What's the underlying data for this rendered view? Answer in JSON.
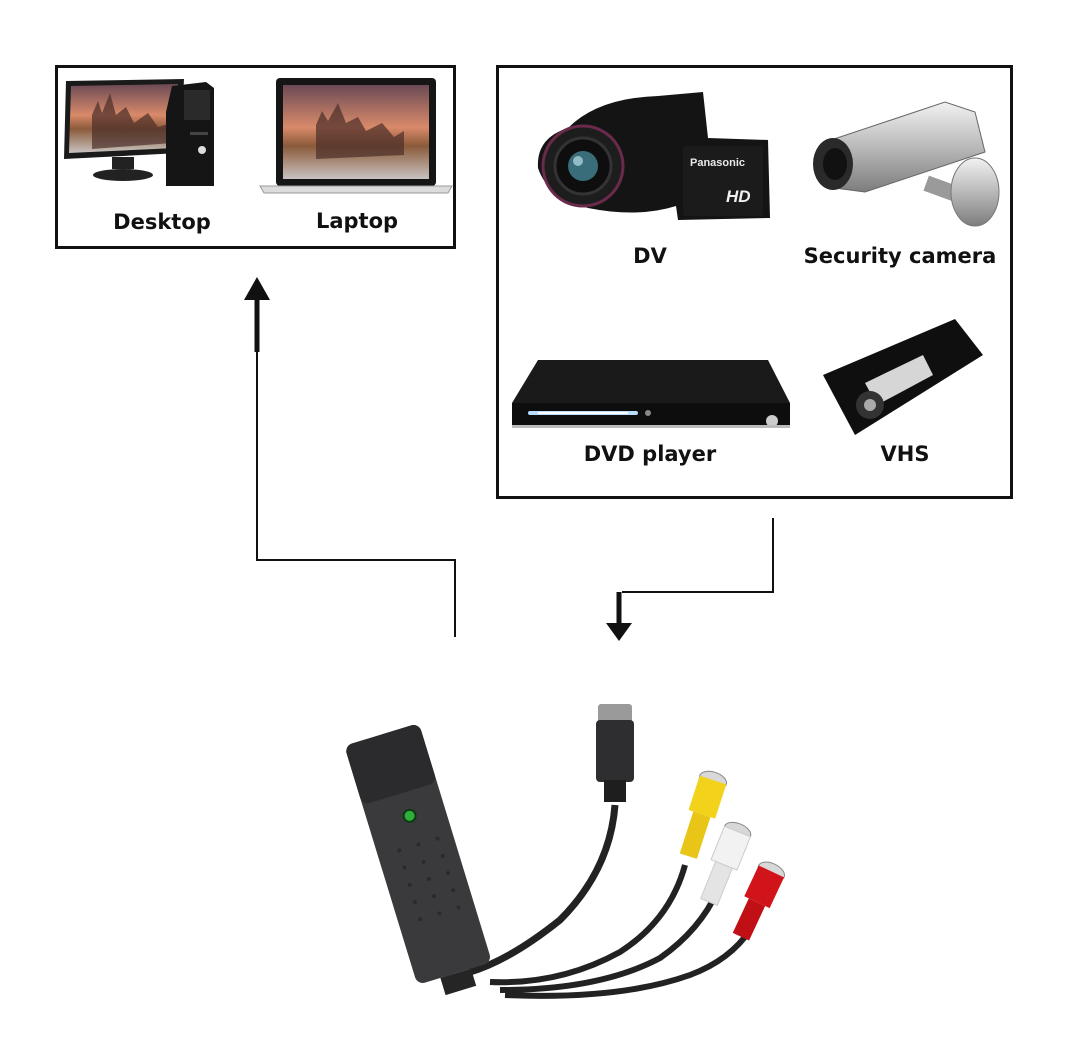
{
  "computers_panel": {
    "items": [
      {
        "label": "Desktop",
        "icon": "desktop-computer"
      },
      {
        "label": "Laptop",
        "icon": "laptop-computer"
      }
    ]
  },
  "sources_panel": {
    "items": [
      {
        "label": "DV",
        "icon": "camcorder",
        "brand": "Panasonic",
        "badge": "HD"
      },
      {
        "label": "Security camera",
        "icon": "security-camera"
      },
      {
        "label": "DVD player",
        "icon": "dvd-player"
      },
      {
        "label": "VHS",
        "icon": "vhs-tape"
      }
    ]
  },
  "device": {
    "name": "USB video capture adapter",
    "connectors": [
      {
        "type": "S-Video",
        "color": "#2b2b2b"
      },
      {
        "type": "RCA video",
        "color": "#f2d21b"
      },
      {
        "type": "RCA audio L",
        "color": "#f2f2f2"
      },
      {
        "type": "RCA audio R",
        "color": "#d0141a"
      }
    ],
    "led_color": "#2fae3a"
  },
  "flow": [
    {
      "from": "sources_panel",
      "to": "device",
      "direction": "down"
    },
    {
      "from": "device",
      "to": "computers_panel",
      "direction": "up"
    }
  ]
}
